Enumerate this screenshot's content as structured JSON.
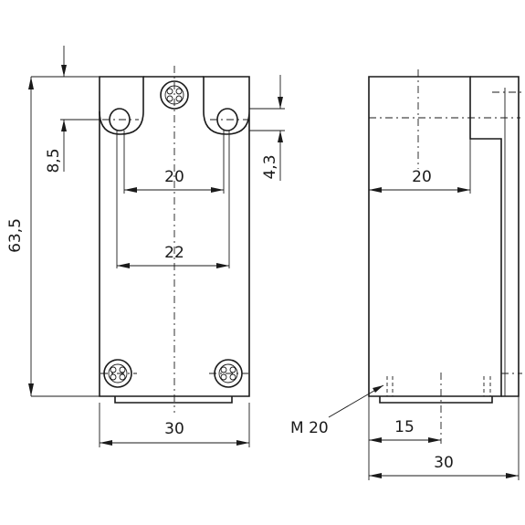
{
  "drawing": {
    "dimensions": {
      "height_total": "63,5",
      "hole_offset_vertical": "8,5",
      "hole_spacing_inner": "20",
      "hole_spacing_outer": "22",
      "right_offset": "4,3",
      "front_width": "30",
      "side_inner": "20",
      "side_thread_offset": "15",
      "side_width": "30",
      "thread_label": "M 20"
    }
  }
}
